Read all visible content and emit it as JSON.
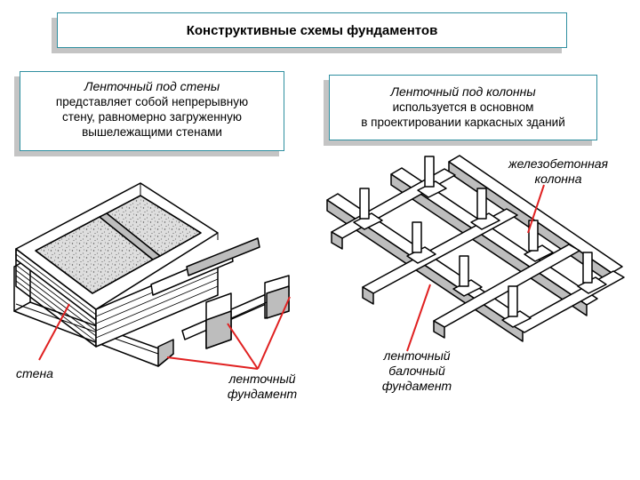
{
  "title": "Конструктивные схемы фундаментов",
  "strip_under_walls": {
    "heading": "Ленточный под стены",
    "description": "представляет собой непрерывную\nстену, равномерно загруженную\nвышележащими стенами"
  },
  "strip_under_columns": {
    "heading": "Ленточный под колонны",
    "description": "используется в основном\nв проектировании каркасных зданий"
  },
  "labels": {
    "wall": "стена",
    "strip_foundation": "ленточный\nфундамент",
    "beam_foundation": "ленточный\nбалочный\nфундамент",
    "rc_column": "железобетонная\nколонна"
  },
  "colors": {
    "border": "#2f8fa0",
    "shadow": "#c4c4c4",
    "pointer": "#e02020"
  }
}
